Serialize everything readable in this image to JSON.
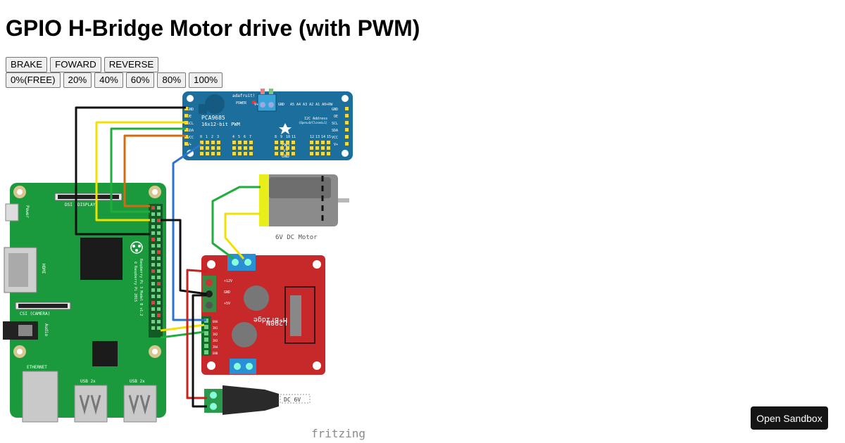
{
  "page": {
    "title": "GPIO H-Bridge Motor drive (with PWM)"
  },
  "direction_buttons": [
    {
      "label": "BRAKE"
    },
    {
      "label": "FOWARD"
    },
    {
      "label": "REVERSE"
    }
  ],
  "speed_buttons": [
    {
      "label": "0%(FREE)"
    },
    {
      "label": "20%"
    },
    {
      "label": "40%"
    },
    {
      "label": "60%"
    },
    {
      "label": "80%"
    },
    {
      "label": "100%"
    }
  ],
  "diagram": {
    "pwm_board": {
      "brand": "adafruit!",
      "model": "PCA9685",
      "subtitle": "16x12-bit PWM",
      "power_label": "POWER",
      "address_label": "I2C Address",
      "address_sub": "(Open=0/Closed=1)",
      "address_pins": "A5 A4 A3 A2 A1 A0+RW",
      "pins_left": [
        "GND",
        "OE",
        "SCL",
        "SDA",
        "VCC",
        "V+"
      ],
      "pins_right": [
        "GND",
        "OE",
        "SCL",
        "SDA",
        "VCC",
        "V+"
      ],
      "channels": [
        "0",
        "1",
        "2",
        "3",
        "4",
        "5",
        "6",
        "7",
        "8",
        "9",
        "10",
        "11",
        "12",
        "13",
        "14",
        "15"
      ],
      "pwm_rows": [
        "PWM",
        "V+",
        "GND"
      ],
      "terminal_left": "V+",
      "terminal_right": "GND"
    },
    "motor": {
      "label": "6V DC Motor"
    },
    "hbridge": {
      "title1": "H-Bridge",
      "title2": "L298N",
      "terminal_labels": [
        "+12V",
        "GND",
        "+5V"
      ],
      "pin_labels": [
        "ENA",
        "IN1",
        "IN2",
        "IN3",
        "IN4",
        "ENB"
      ]
    },
    "raspberry_pi": {
      "display_label": "DSI (DISPLAY)",
      "power_label": "Power",
      "hdmi_label": "HDMI",
      "camera_label": "CSI (CAMERA)",
      "audio_label": "Audio",
      "ethernet_label": "ETHERNET",
      "usb_label_1": "USB 2x",
      "usb_label_2": "USB 2x",
      "model_text": "Raspberry Pi 3 Model B v1.2",
      "copyright_text": "© Raspberry Pi 2015"
    },
    "power_jack": {
      "label": "DC 6V"
    },
    "watermark": "fritzing"
  },
  "footer": {
    "sandbox_label": "Open Sandbox"
  },
  "colors": {
    "pwm_board": "#1c6e9c",
    "rpi_board": "#1a9a3c",
    "hbridge": "#c7292b",
    "wire_black": "#111111",
    "wire_yellow": "#f2e003",
    "wire_green": "#1fae3c",
    "wire_orange": "#d46a12",
    "wire_blue": "#2b73cf",
    "wire_red": "#c8211e",
    "sandbox_bg": "#151515"
  }
}
